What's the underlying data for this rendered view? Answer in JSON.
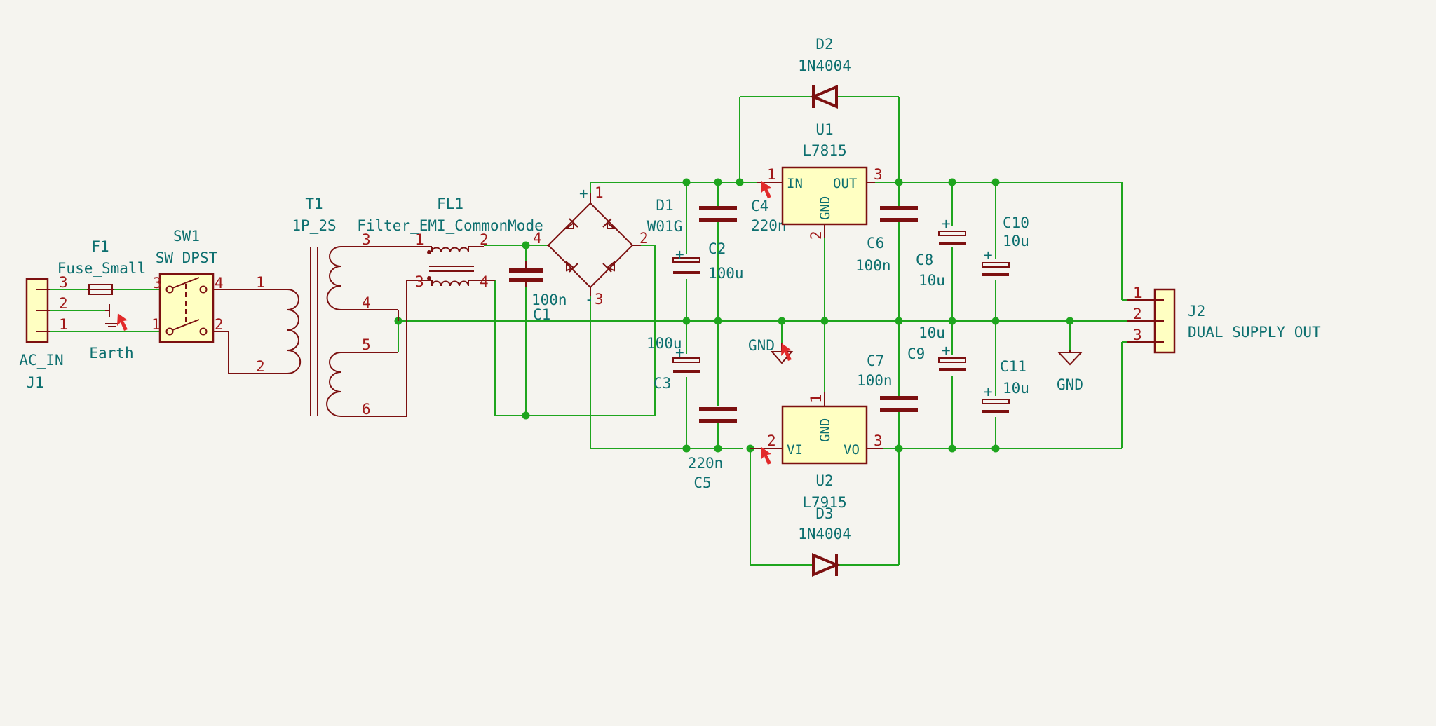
{
  "colors": {
    "background": "#f5f4ef",
    "wire": "#1ea51e",
    "symbol": "#7c1010",
    "symbol_fill": "#ffffc2",
    "label": "#0d6f6f",
    "pin_number": "#a01818",
    "erc_marker": "#e22a2a"
  },
  "components": {
    "j1": {
      "ref": "J1",
      "value": "AC_IN",
      "pins": [
        "3",
        "2",
        "1"
      ]
    },
    "f1": {
      "ref": "F1",
      "value": "Fuse_Small"
    },
    "earth": {
      "value": "Earth"
    },
    "sw1": {
      "ref": "SW1",
      "value": "SW_DPST",
      "pins": [
        "3",
        "4",
        "1",
        "2"
      ]
    },
    "t1": {
      "ref": "T1",
      "value": "1P_2S",
      "pins": [
        "1",
        "2",
        "3",
        "4",
        "5",
        "6"
      ]
    },
    "fl1": {
      "ref": "FL1",
      "value": "Filter_EMI_CommonMode",
      "pins": [
        "1",
        "2",
        "3",
        "4"
      ]
    },
    "c1": {
      "ref": "C1",
      "value": "100n"
    },
    "d1": {
      "ref": "D1",
      "value": "W01G",
      "pins": [
        "1",
        "2",
        "3",
        "4"
      ],
      "plus": "+",
      "minus": "-"
    },
    "c2": {
      "ref": "C2",
      "value": "100u"
    },
    "c3": {
      "ref": "C3",
      "value": "100u"
    },
    "c4": {
      "ref": "C4",
      "value": "220n"
    },
    "c5": {
      "ref": "C5",
      "value": "220n"
    },
    "u1": {
      "ref": "U1",
      "value": "L7815",
      "pin_in": "IN",
      "pin_out": "OUT",
      "pin_gnd": "GND",
      "pins": [
        "1",
        "3",
        "2"
      ]
    },
    "u2": {
      "ref": "U2",
      "value": "L7915",
      "pin_in": "VI",
      "pin_out": "VO",
      "pin_gnd": "GND",
      "pins": [
        "2",
        "3",
        "1"
      ]
    },
    "d2": {
      "ref": "D2",
      "value": "1N4004"
    },
    "d3": {
      "ref": "D3",
      "value": "1N4004"
    },
    "c6": {
      "ref": "C6",
      "value": "100n"
    },
    "c7": {
      "ref": "C7",
      "value": "100n"
    },
    "c8": {
      "ref": "C8",
      "value": "10u"
    },
    "c9": {
      "ref": "C9",
      "value": "10u"
    },
    "c10": {
      "ref": "C10",
      "value": "10u"
    },
    "c11": {
      "ref": "C11",
      "value": "10u"
    },
    "j2": {
      "ref": "J2",
      "value": "DUAL SUPPLY OUT",
      "pins": [
        "1",
        "2",
        "3"
      ]
    }
  },
  "power": {
    "gnd_left": "GND",
    "gnd_right": "GND"
  },
  "polarity_mark": "+"
}
